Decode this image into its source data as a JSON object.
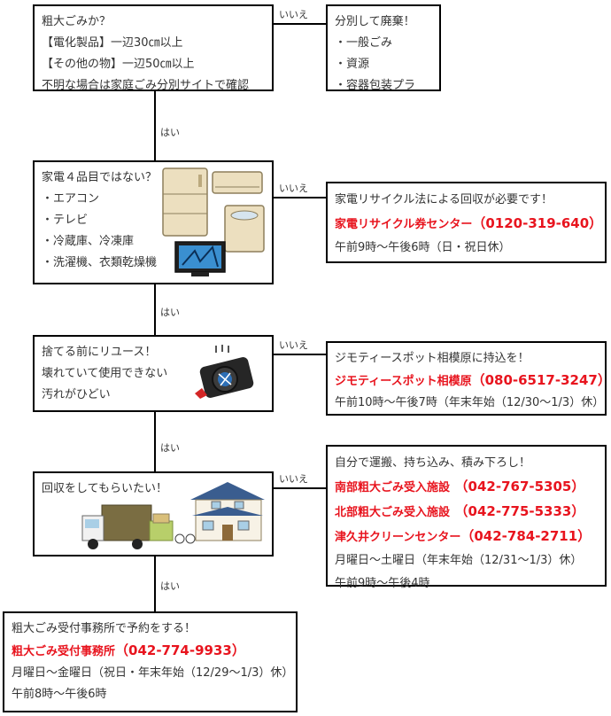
{
  "labels": {
    "yes": "はい",
    "no": "いいえ"
  },
  "q1": {
    "lines": [
      "粗大ごみか？",
      "【電化製品】一辺30㎝以上",
      "【その他の物】一辺50㎝以上",
      "不明な場合は家庭ごみ分別サイトで確認"
    ]
  },
  "a1": {
    "title": "分別して廃棄！",
    "items": [
      "・一般ごみ",
      "・資源",
      "・容器包装プラ"
    ]
  },
  "q2": {
    "lines": [
      "家電４品目ではない？",
      "・エアコン",
      "・テレビ",
      "・冷蔵庫、冷凍庫",
      "・洗濯機、衣類乾燥機"
    ]
  },
  "a2": {
    "title": "家電リサイクル法による回収が必要です！",
    "org": "家電リサイクル券センター",
    "phone": "（0120-319-640）",
    "hours": "午前9時～午後6時（日・祝日休）"
  },
  "q3": {
    "lines": [
      "捨てる前にリユース！",
      "壊れていて使用できない",
      "汚れがひどい"
    ]
  },
  "a3": {
    "title": "ジモティースポット相模原に持込を！",
    "org": "ジモティースポット相模原",
    "phone": "（080-6517-3247）",
    "hours": "午前10時～午後7時（年末年始（12/30～1/3）休）"
  },
  "q4": {
    "lines": [
      "回収をしてもらいたい！"
    ]
  },
  "a4": {
    "title": "自分で運搬、持ち込み、積み下ろし！",
    "facilities": [
      {
        "name": "南部粗大ごみ受入施設",
        "phone": "（042-767-5305）"
      },
      {
        "name": "北部粗大ごみ受入施設",
        "phone": "（042-775-5333）"
      },
      {
        "name": "津久井クリーンセンター",
        "phone": "（042-784-2711）"
      }
    ],
    "days": "月曜日～土曜日（年末年始（12/31～1/3）休）",
    "hours": "午前9時～午後4時"
  },
  "a5": {
    "title": "粗大ごみ受付事務所で予約をする！",
    "org": "粗大ごみ受付事務所",
    "phone": "（042-774-9933）",
    "days": "月曜日～金曜日（祝日・年末年始（12/29～1/3）休）",
    "hours": "午前8時～午後6時"
  },
  "colors": {
    "highlight": "#e8141e",
    "border": "#000000",
    "text": "#333333"
  }
}
